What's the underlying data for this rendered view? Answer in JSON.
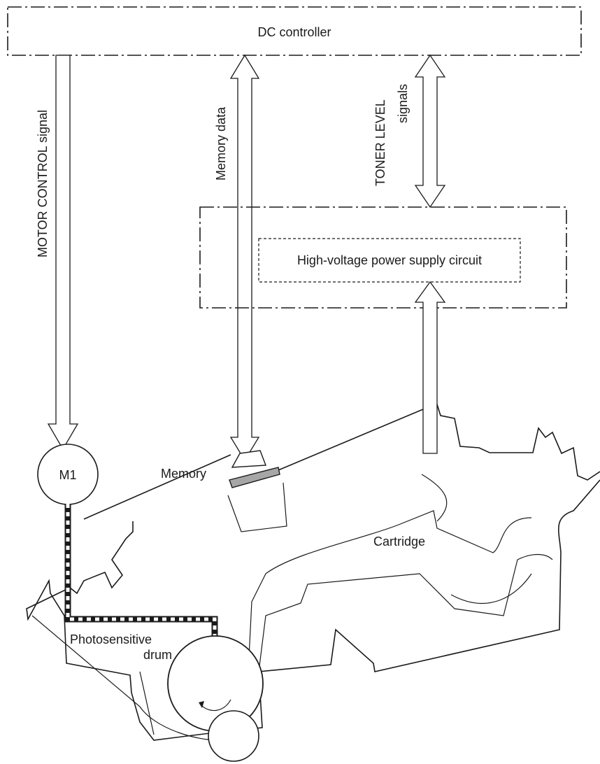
{
  "dc_controller": {
    "label": "DC controller"
  },
  "signals": {
    "motor_control": "MOTOR CONTROL signal",
    "memory_data": "Memory data",
    "toner_level_line1": "TONER LEVEL",
    "toner_level_line2": "signals"
  },
  "hv_circuit": {
    "label": "High-voltage power supply circuit"
  },
  "motor": {
    "label": "M1"
  },
  "memory": {
    "label": "Memory"
  },
  "cartridge": {
    "label": "Cartridge"
  },
  "drum": {
    "label_line1": "Photosensitive",
    "label_line2": "drum"
  },
  "colors": {
    "line": "#1a1a1a",
    "memory_chip": "#a6a6a6"
  }
}
